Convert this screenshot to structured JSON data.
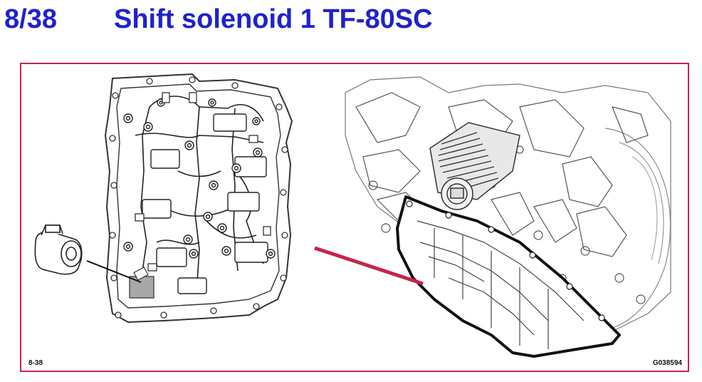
{
  "header": {
    "page_number": "8/38",
    "title": "Shift solenoid 1 TF-80SC"
  },
  "figure": {
    "label_left": "8-38",
    "label_right": "G038594",
    "frame_color": "#c8234a",
    "pointer_color": "#c8234a",
    "highlight_color": "#a8a8a8",
    "icons": [
      "solenoid-icon",
      "valve-body-icon",
      "transmission-icon",
      "oil-pan-icon"
    ]
  }
}
